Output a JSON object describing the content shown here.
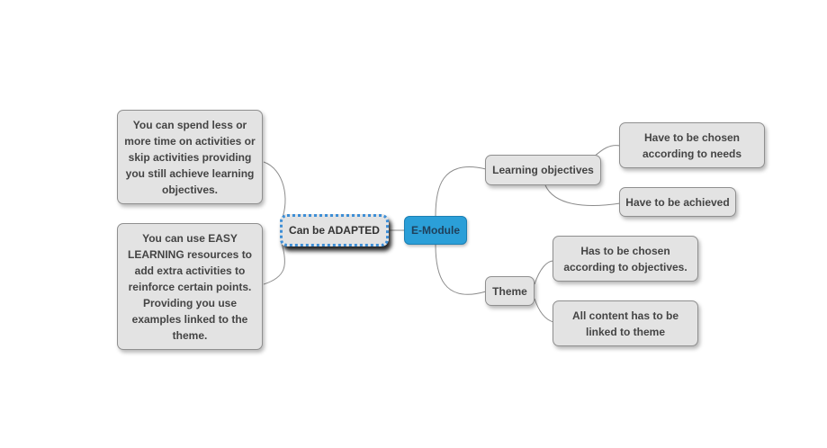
{
  "mindmap": {
    "central": "E-Module",
    "left_branch": {
      "label": "Can be ADAPTED",
      "children": [
        "You can spend less or more time on activities or skip activities providing you still achieve learning objectives.",
        "You can use EASY LEARNING resources to add extra activities to reinforce certain points. Providing you use examples linked to the theme."
      ]
    },
    "right_branches": [
      {
        "label": "Learning objectives",
        "children": [
          "Have to be chosen according to needs",
          "Have to be achieved"
        ]
      },
      {
        "label": "Theme",
        "children": [
          "Has to be chosen according to objectives.",
          "All content has to be linked to theme"
        ]
      }
    ]
  },
  "colors": {
    "central_fill": "#2b9fd8",
    "node_fill": "#e3e3e3",
    "selected_border": "#3d8ed6",
    "connector": "#8c8c8c"
  }
}
